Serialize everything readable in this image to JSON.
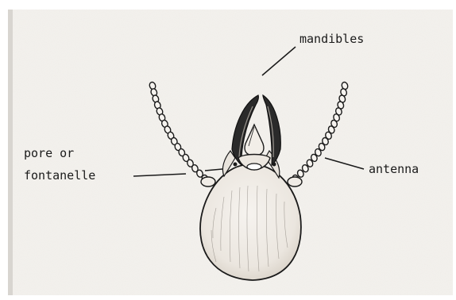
{
  "diagram": {
    "labels": {
      "mandibles": "mandibles",
      "pore_line1": "pore or",
      "pore_line2": "fontanelle",
      "antenna": "antenna"
    },
    "colors": {
      "paper": "#f4f2ee",
      "ink": "#1a1a1a",
      "head_fill": "#efebe6"
    }
  }
}
